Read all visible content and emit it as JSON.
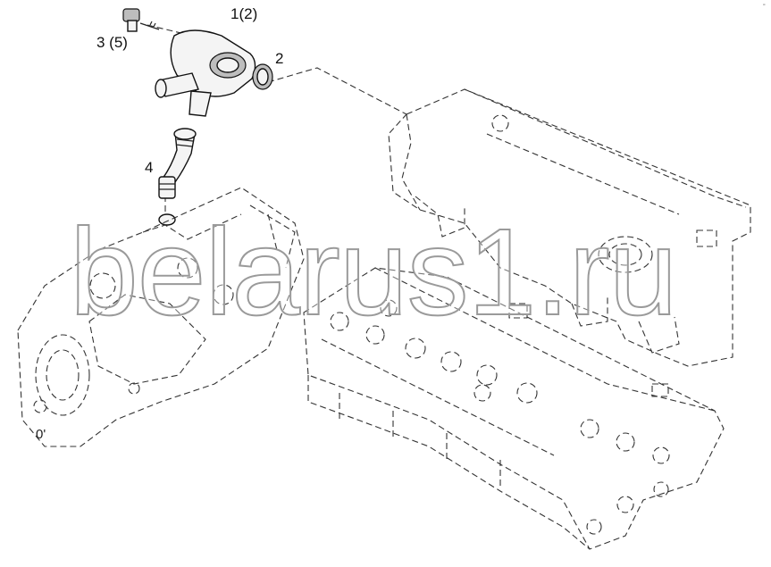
{
  "callouts": {
    "part_1": "1(2)",
    "part_2": "2",
    "part_3": "3 (5)",
    "part_4": "4"
  },
  "watermark": "belarus1.ru",
  "corner_mark": "-",
  "edge_fragment": "0'"
}
